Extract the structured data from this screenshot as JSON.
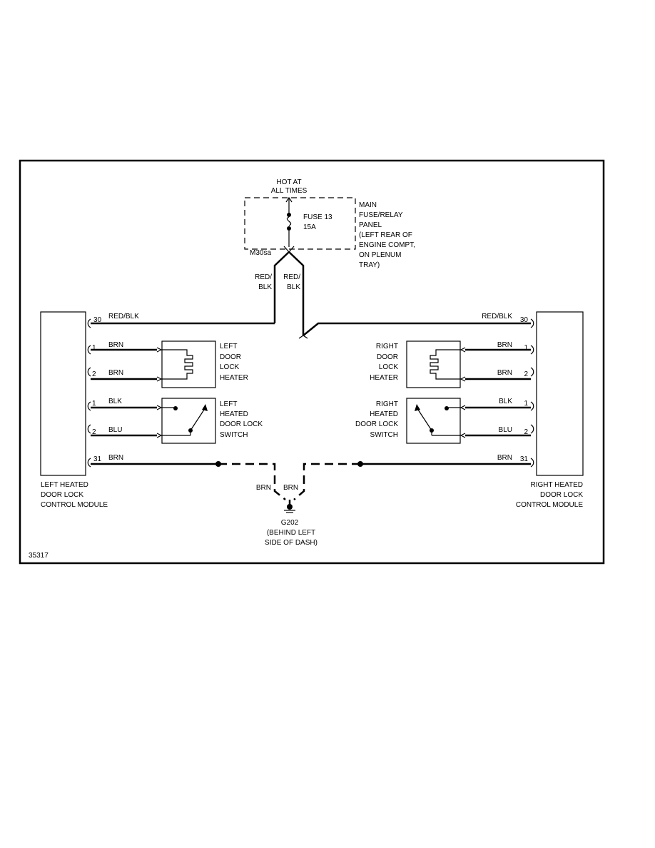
{
  "diagram_id": "35317",
  "power": {
    "hot_label_1": "HOT AT",
    "hot_label_2": "ALL TIMES"
  },
  "fuse": {
    "label": "FUSE 13",
    "rating": "15A",
    "connector": "M30sa"
  },
  "fuse_panel": [
    "MAIN",
    "FUSE/RELAY",
    "PANEL",
    "(LEFT REAR OF",
    "ENGINE COMPT,",
    "ON PLENUM",
    "TRAY)"
  ],
  "riser_left": {
    "line1": "RED/",
    "line2": "BLK"
  },
  "riser_right": {
    "line1": "RED/",
    "line2": "BLK"
  },
  "left_module": {
    "name": [
      "LEFT HEATED",
      "DOOR LOCK",
      "CONTROL MODULE"
    ],
    "pins": [
      {
        "pin": "30",
        "wire": "RED/BLK"
      },
      {
        "pin": "1",
        "wire": "BRN"
      },
      {
        "pin": "2",
        "wire": "BRN"
      },
      {
        "pin": "1",
        "wire": "BLK"
      },
      {
        "pin": "2",
        "wire": "BLU"
      },
      {
        "pin": "31",
        "wire": "BRN"
      }
    ]
  },
  "right_module": {
    "name": [
      "RIGHT HEATED",
      "DOOR LOCK",
      "CONTROL MODULE"
    ],
    "pins": [
      {
        "pin": "30",
        "wire": "RED/BLK"
      },
      {
        "pin": "1",
        "wire": "BRN"
      },
      {
        "pin": "2",
        "wire": "BRN"
      },
      {
        "pin": "1",
        "wire": "BLK"
      },
      {
        "pin": "2",
        "wire": "BLU"
      },
      {
        "pin": "31",
        "wire": "BRN"
      }
    ]
  },
  "left_heater": [
    "LEFT",
    "DOOR",
    "LOCK",
    "HEATER"
  ],
  "right_heater": [
    "RIGHT",
    "DOOR",
    "LOCK",
    "HEATER"
  ],
  "left_switch": [
    "LEFT",
    "HEATED",
    "DOOR LOCK",
    "SWITCH"
  ],
  "right_switch": [
    "RIGHT",
    "HEATED",
    "DOOR LOCK",
    "SWITCH"
  ],
  "ground": {
    "wire_left": "BRN",
    "wire_right": "BRN",
    "name": "G202",
    "location": [
      "(BEHIND LEFT",
      "SIDE OF DASH)"
    ]
  }
}
